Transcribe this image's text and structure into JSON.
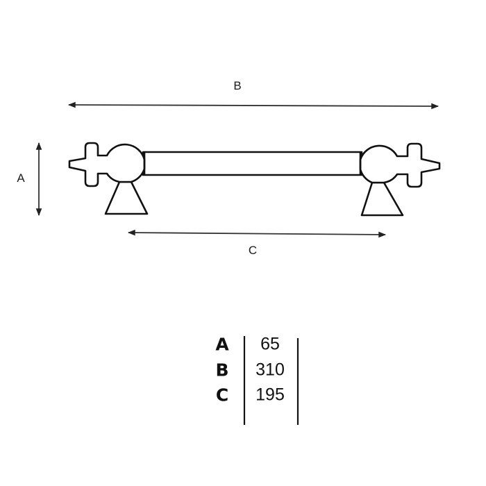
{
  "diagram": {
    "subject": "cabinet-handle-dimension-drawing",
    "stroke_color": "#111111",
    "dimensions": {
      "A": {
        "label": "A",
        "orientation": "vertical",
        "meaning": "height"
      },
      "B": {
        "label": "B",
        "orientation": "horizontal",
        "meaning": "overall length"
      },
      "C": {
        "label": "C",
        "orientation": "horizontal",
        "meaning": "hole spacing"
      }
    }
  },
  "spec_table": {
    "rows": [
      {
        "key": "A",
        "value": "65"
      },
      {
        "key": "B",
        "value": "310"
      },
      {
        "key": "C",
        "value": "195"
      }
    ]
  }
}
